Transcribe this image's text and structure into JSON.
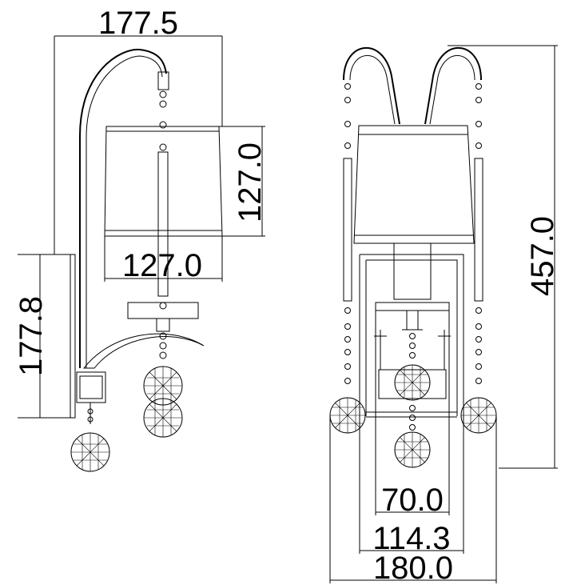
{
  "side_view": {
    "overall_width_label": "177.5",
    "shade_height_label": "127.0",
    "shade_width_label": "127.0",
    "backplate_height_label": "177.8"
  },
  "front_view": {
    "overall_height_label": "457.0",
    "inner_width_label": "70.0",
    "mid_width_label": "114.3",
    "overall_width_label": "180.0"
  },
  "colors": {
    "line": "#000000",
    "background": "#ffffff"
  }
}
